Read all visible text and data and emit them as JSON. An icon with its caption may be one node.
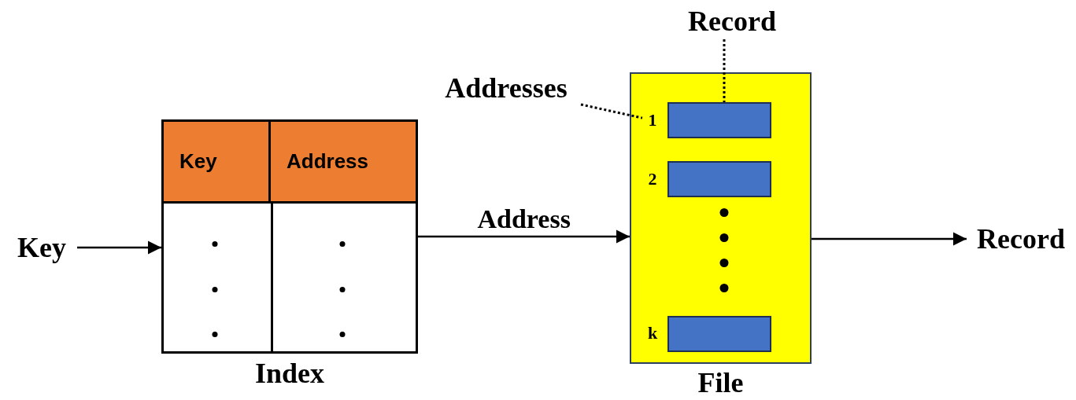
{
  "diagram": {
    "nodes": [
      {
        "text": [
          "Key"
        ]
      },
      {
        "text": [
          "Index"
        ]
      },
      {
        "text": [
          "File"
        ]
      },
      {
        "text": [
          "1"
        ],
        "in": 2
      },
      {
        "text": [],
        "shape": "bar",
        "in": 2
      },
      {
        "text": [
          "2"
        ],
        "in": 2
      },
      {
        "text": [],
        "shape": "bar",
        "in": 2
      },
      {
        "text": [
          "k"
        ],
        "in": 2
      },
      {
        "text": [],
        "shape": "bar",
        "in": 2
      },
      {
        "text": [
          "Record"
        ]
      },
      {
        "text": [
          "Addresses"
        ]
      },
      {
        "text": [
          "Record"
        ]
      }
    ],
    "edges": [
      {
        "from": 0,
        "to": 1,
        "arrow": "to"
      },
      {
        "from": 1,
        "to": 2,
        "arrow": "to",
        "label": "Address"
      },
      {
        "from": 2,
        "to": 9,
        "arrow": "to"
      },
      {
        "from": 10,
        "to": 3,
        "arrow": "none",
        "style": "dashed"
      },
      {
        "from": 11,
        "to": 4,
        "arrow": "none",
        "style": "dashed"
      }
    ],
    "labels": [
      "Key",
      "Address"
    ]
  }
}
